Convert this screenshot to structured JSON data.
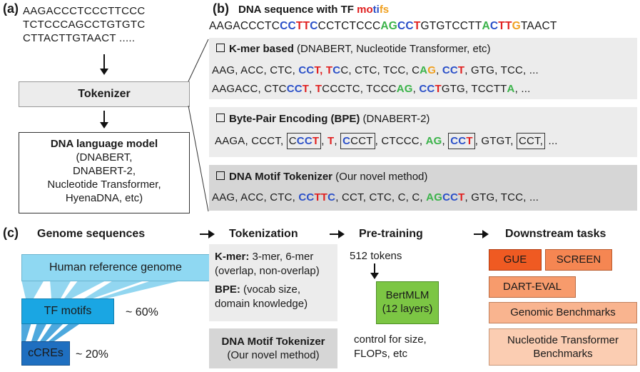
{
  "panel_a": {
    "label": "(a)",
    "seq_lines": [
      "AAGACCCTCCCTTCCC",
      "TCTCCCAGCCTGTGTC",
      "CTTACTTGTAACT ....."
    ],
    "tokenizer": "Tokenizer",
    "lm_title": "DNA language model",
    "lm_lines": [
      "(DNABERT,",
      "DNABERT-2,",
      "Nucleotide Transformer,",
      "HyenaDNA, etc)"
    ]
  },
  "panel_b": {
    "label": "(b)",
    "title_prefix": "DNA sequence with TF ",
    "title_mo": "mo",
    "title_ti": "ti",
    "title_fs": "fs",
    "sequence": [
      {
        "t": "AAGACCCTC",
        "c": ""
      },
      {
        "t": "CC",
        "c": "blue"
      },
      {
        "t": "TT",
        "c": "red"
      },
      {
        "t": "C",
        "c": "blue"
      },
      {
        "t": "CCTCTCCC",
        "c": ""
      },
      {
        "t": "AG",
        "c": "green"
      },
      {
        "t": "CC",
        "c": "blue"
      },
      {
        "t": "T",
        "c": "red"
      },
      {
        "t": "GTGTCCTT",
        "c": ""
      },
      {
        "t": "A",
        "c": "green"
      },
      {
        "t": "C",
        "c": "blue"
      },
      {
        "t": "TT",
        "c": "red"
      },
      {
        "t": "G",
        "c": "orange"
      },
      {
        "t": "TAACT",
        "c": ""
      }
    ],
    "kmer": {
      "heading": "K-mer based",
      "heading_rest": " (DNABERT, Nucleotide Transformer, etc)",
      "row1": [
        {
          "t": "AAG, ACC, CTC, ",
          "c": ""
        },
        {
          "t": "CC",
          "c": "blue"
        },
        {
          "t": "T",
          "c": "red"
        },
        {
          "t": ", ",
          "c": "red"
        },
        {
          "t": "T",
          "c": "red"
        },
        {
          "t": "C",
          "c": "blue"
        },
        {
          "t": "C, CTC, TCC, C",
          "c": ""
        },
        {
          "t": "A",
          "c": "green"
        },
        {
          "t": "G",
          "c": "orange"
        },
        {
          "t": ", ",
          "c": ""
        },
        {
          "t": "CC",
          "c": "blue"
        },
        {
          "t": "T",
          "c": "red"
        },
        {
          "t": ", GTG, TCC, ...",
          "c": ""
        }
      ],
      "row2": [
        {
          "t": "AAGACC, CTC",
          "c": ""
        },
        {
          "t": "CC",
          "c": "blue"
        },
        {
          "t": "T",
          "c": "red"
        },
        {
          "t": ", ",
          "c": ""
        },
        {
          "t": "T",
          "c": "red"
        },
        {
          "t": "CCCTC, TCCC",
          "c": ""
        },
        {
          "t": "AG",
          "c": "green"
        },
        {
          "t": ", ",
          "c": ""
        },
        {
          "t": "CC",
          "c": "blue"
        },
        {
          "t": "T",
          "c": "red"
        },
        {
          "t": "GTG, TCCTT",
          "c": ""
        },
        {
          "t": "A",
          "c": "green"
        },
        {
          "t": ", ...",
          "c": ""
        }
      ]
    },
    "bpe": {
      "heading": "Byte-Pair Encoding (BPE)",
      "heading_rest": " (DNABERT-2)",
      "row": [
        {
          "t": "AAGA, CCCT, ",
          "c": "",
          "box": false
        },
        {
          "t": "C",
          "c": "",
          "box": "start"
        },
        {
          "t": "CC",
          "c": "blue",
          "box": "mid"
        },
        {
          "t": "T",
          "c": "red",
          "box": "end"
        },
        {
          "t": ", ",
          "c": "",
          "box": false
        },
        {
          "t": "T",
          "c": "red",
          "box": false
        },
        {
          "t": ", ",
          "c": "",
          "box": false
        },
        {
          "t": "C",
          "c": "blue",
          "box": "start"
        },
        {
          "t": "CCT",
          "c": "",
          "box": "end"
        },
        {
          "t": ", CTCCC, ",
          "c": "",
          "box": false
        },
        {
          "t": "AG",
          "c": "green",
          "box": false
        },
        {
          "t": ", ",
          "c": "",
          "box": false
        },
        {
          "t": "CC",
          "c": "blue",
          "box": "start"
        },
        {
          "t": "T",
          "c": "red",
          "box": "end"
        },
        {
          "t": ", GTGT, ",
          "c": "",
          "box": false
        },
        {
          "t": "CCT,",
          "c": "",
          "box": "single"
        },
        {
          "t": " ...",
          "c": "",
          "box": false
        }
      ]
    },
    "motif": {
      "heading": "DNA Motif Tokenizer",
      "heading_rest": " (Our novel method)",
      "row": [
        {
          "t": "AAG, ACC, CTC, ",
          "c": ""
        },
        {
          "t": "CC",
          "c": "blue"
        },
        {
          "t": "TT",
          "c": "red"
        },
        {
          "t": "C",
          "c": "blue"
        },
        {
          "t": ", CCT, CTC, C, C, ",
          "c": ""
        },
        {
          "t": "AG",
          "c": "green"
        },
        {
          "t": "CC",
          "c": "blue"
        },
        {
          "t": "T",
          "c": "red"
        },
        {
          "t": ", GTG, TCC, ...",
          "c": ""
        }
      ]
    }
  },
  "panel_c": {
    "label": "(c)",
    "col_titles": [
      "Genome sequences",
      "Tokenization",
      "Pre-training",
      "Downstream tasks"
    ],
    "genome": {
      "human": "Human reference genome",
      "tf": "TF motifs",
      "tf_pct": "~ 60%",
      "ccre": "cCREs",
      "ccre_pct": "~ 20%"
    },
    "tok": {
      "kmer_b": "K-mer:",
      "kmer_rest": " 3-mer, 6-mer",
      "kmer_line2": "(overlap, non-overlap)",
      "bpe_b": "BPE:",
      "bpe_rest": " (vocab size,",
      "bpe_line2": "domain knowledge)",
      "motif_title": "DNA Motif Tokenizer",
      "motif_sub": "(Our novel method)"
    },
    "pre": {
      "tokens": "512 tokens",
      "model_line1": "BertMLM",
      "model_line2": "(12 layers)",
      "note_line1": "control for size,",
      "note_line2": "FLOPs, etc"
    },
    "tasks": [
      "GUE",
      "SCREEN",
      "DART-EVAL",
      "Genomic Benchmarks",
      "Nucleotide Transformer",
      "Benchmarks"
    ]
  },
  "colors": {
    "blue": "#2b50c8",
    "red": "#e02020",
    "green": "#3bb34a",
    "orange": "#f0a020"
  }
}
